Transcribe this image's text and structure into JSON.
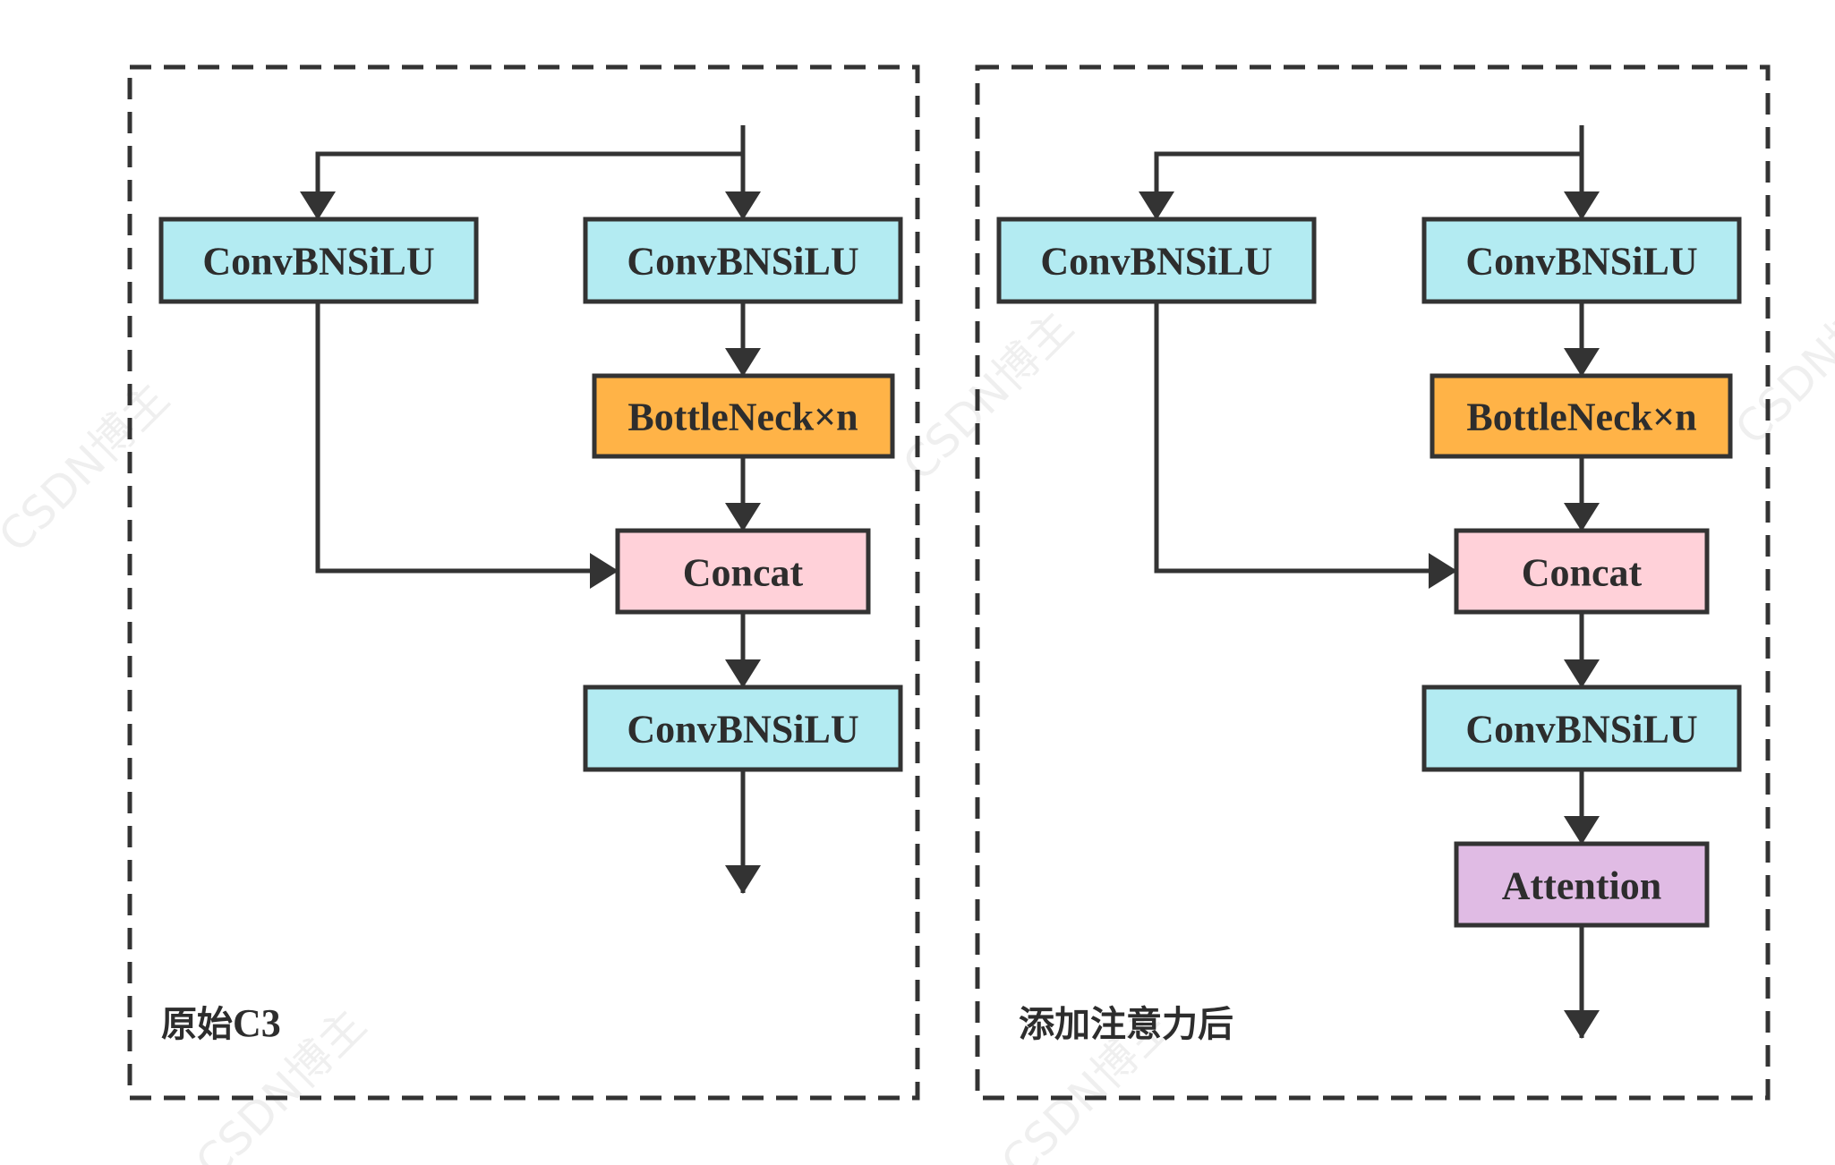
{
  "colors": {
    "conv": "#b3ebf2",
    "bottleneck": "#ffb347",
    "concat": "#ffd1d9",
    "attention": "#e0bbe4",
    "stroke": "#333333",
    "text": "#2d2d2d"
  },
  "left_panel": {
    "caption_cn": "原始",
    "caption_latin": "C3",
    "blocks": {
      "conv_left": "ConvBNSiLU",
      "conv_right": "ConvBNSiLU",
      "bottleneck": "BottleNeck×n",
      "concat": "Concat",
      "conv_out": "ConvBNSiLU"
    }
  },
  "right_panel": {
    "caption": "添加注意力后",
    "blocks": {
      "conv_left": "ConvBNSiLU",
      "conv_right": "ConvBNSiLU",
      "bottleneck": "BottleNeck×n",
      "concat": "Concat",
      "conv_out": "ConvBNSiLU",
      "attention": "Attention"
    }
  },
  "watermark": "CSDN博主"
}
